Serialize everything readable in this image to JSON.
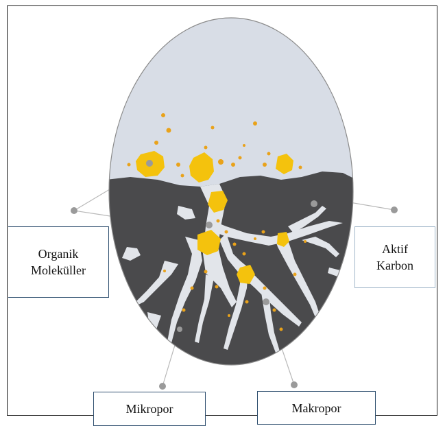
{
  "labels": {
    "organik": "Organik\nMoleküller",
    "aktif": "Aktif\nKarbon",
    "mikropor": "Mikropor",
    "makropor": "Makropor"
  },
  "colors": {
    "carbon": "#4a4a4c",
    "sky": "#d8dde6",
    "pore": "#e2e5ea",
    "molecule": "#f4c20d",
    "molecule_small": "#e9a21a",
    "pointer": "#9a9a9a",
    "box_border": "#2f4f6f"
  }
}
